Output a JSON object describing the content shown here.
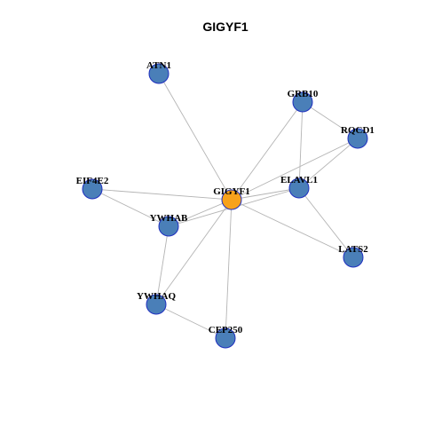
{
  "title": "GIGYF1",
  "colors": {
    "center_node": "#f8a21b",
    "node": "#4a7fb8",
    "node_border": "#1f2fbf",
    "edge": "#b4b4b4"
  },
  "nodes": [
    {
      "id": "GIGYF1",
      "label": "GIGYF1",
      "center": true
    },
    {
      "id": "ATN1",
      "label": "ATN1"
    },
    {
      "id": "GRB10",
      "label": "GRB10"
    },
    {
      "id": "RQCD1",
      "label": "RQCD1"
    },
    {
      "id": "EIF4E2",
      "label": "EIF4E2"
    },
    {
      "id": "ELAVL1",
      "label": "ELAVL1"
    },
    {
      "id": "YWHAB",
      "label": "YWHAB"
    },
    {
      "id": "LATS2",
      "label": "LATS2"
    },
    {
      "id": "YWHAQ",
      "label": "YWHAQ"
    },
    {
      "id": "CEP250",
      "label": "CEP250"
    }
  ],
  "edges": [
    [
      "GIGYF1",
      "ATN1"
    ],
    [
      "GIGYF1",
      "GRB10"
    ],
    [
      "GIGYF1",
      "RQCD1"
    ],
    [
      "GIGYF1",
      "ELAVL1"
    ],
    [
      "GIGYF1",
      "EIF4E2"
    ],
    [
      "GIGYF1",
      "YWHAB"
    ],
    [
      "GIGYF1",
      "LATS2"
    ],
    [
      "GIGYF1",
      "YWHAQ"
    ],
    [
      "GIGYF1",
      "CEP250"
    ],
    [
      "GRB10",
      "RQCD1"
    ],
    [
      "GRB10",
      "ELAVL1"
    ],
    [
      "RQCD1",
      "ELAVL1"
    ],
    [
      "ELAVL1",
      "LATS2"
    ],
    [
      "ELAVL1",
      "YWHAB"
    ],
    [
      "EIF4E2",
      "YWHAB"
    ],
    [
      "YWHAB",
      "YWHAQ"
    ],
    [
      "YWHAQ",
      "CEP250"
    ]
  ]
}
